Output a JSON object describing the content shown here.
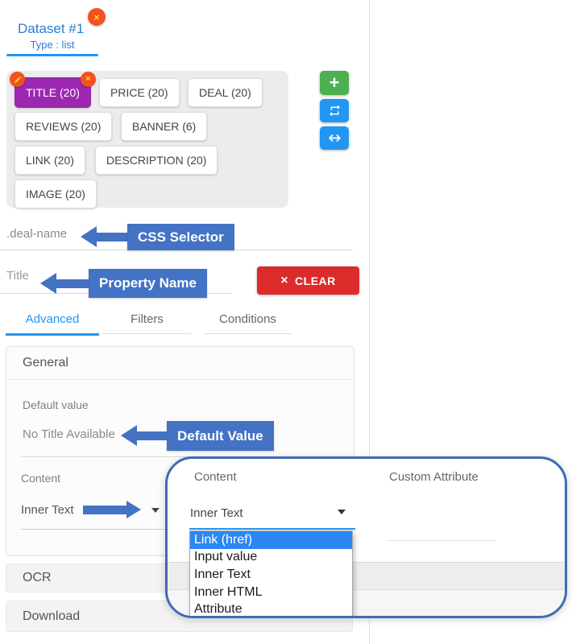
{
  "colors": {
    "accent": "#2196F3",
    "chip-purple": "#9C27B0",
    "green": "#4CAF50",
    "red": "#DB2B2B",
    "ann": "#4472C4",
    "popup-border": "#3F6BB6",
    "hl": "#2C87F2",
    "badge-o": "#F4511E",
    "badge-y": "#FFD92B"
  },
  "header": {
    "title": "Dataset #1",
    "type": "Type : list"
  },
  "fields": {
    "chips": [
      {
        "label": "TITLE (20)"
      },
      {
        "label": "PRICE (20)"
      },
      {
        "label": "DEAL (20)"
      },
      {
        "label": "REVIEWS (20)"
      },
      {
        "label": "BANNER (6)"
      },
      {
        "label": "LINK (20)"
      },
      {
        "label": "DESCRIPTION (20)"
      },
      {
        "label": "IMAGE (20)"
      }
    ]
  },
  "selector_field": {
    "value": ".deal-name"
  },
  "property_field": {
    "value": "Title"
  },
  "clear_button": {
    "label": "CLEAR",
    "icon": "×"
  },
  "annotations": {
    "css_selector": "CSS Selector",
    "property_name": "Property Name",
    "default_value": "Default Value"
  },
  "tabs": [
    {
      "label": "Advanced"
    },
    {
      "label": "Filters"
    },
    {
      "label": "Conditions"
    }
  ],
  "general": {
    "title": "General",
    "default_value_label": "Default value",
    "default_value": "No Title Available",
    "content_label": "Content",
    "content_value": "Inner Text"
  },
  "panels": {
    "ocr": "OCR",
    "download": "Download"
  },
  "popup": {
    "content_label": "Content",
    "custom_attribute_label": "Custom Attribute",
    "custom_attribute_value": "",
    "select_value": "Inner Text",
    "options": [
      "Link (href)",
      "Input value",
      "Inner Text",
      "Inner HTML",
      "Attribute"
    ]
  },
  "badges": {
    "close": "×"
  }
}
